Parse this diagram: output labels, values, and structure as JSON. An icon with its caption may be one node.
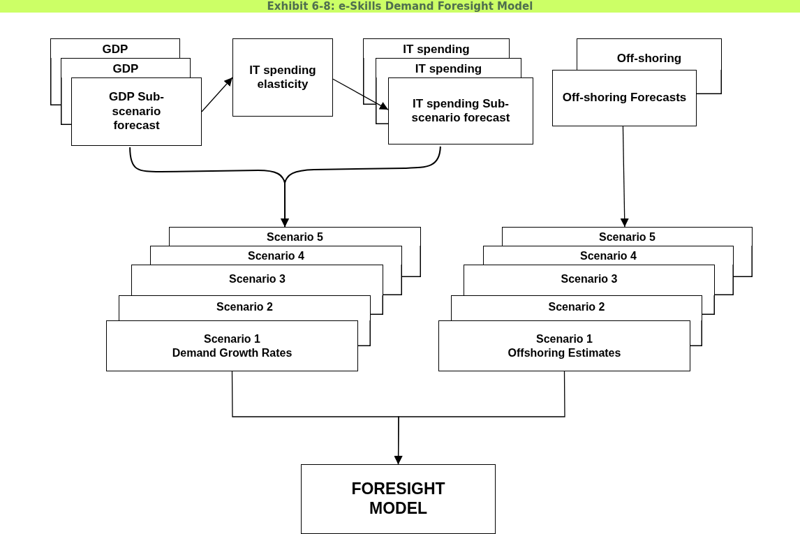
{
  "diagram": {
    "title": "Exhibit 6-8: e-Skills Demand Foresight Model",
    "nodes": [
      {
        "text": [
          "GDP"
        ]
      },
      {
        "text": [
          "GDP"
        ]
      },
      {
        "text": [
          "GDP Sub-scenario forecast"
        ]
      },
      {
        "text": [
          "IT spending elasticity"
        ]
      },
      {
        "text": [
          "IT spending"
        ]
      },
      {
        "text": [
          "IT spending"
        ]
      },
      {
        "text": [
          "IT spending Sub-scenario forecast"
        ]
      },
      {
        "text": [
          "Off-shoring"
        ]
      },
      {
        "text": [
          "Off-shoring Forecasts"
        ]
      },
      {
        "text": [
          "Scenario 5"
        ]
      },
      {
        "text": [
          "Scenario 4"
        ]
      },
      {
        "text": [
          "Scenario 3"
        ]
      },
      {
        "text": [
          "Scenario 2"
        ]
      },
      {
        "text": [
          "Scenario 1",
          "Demand Growth Rates"
        ]
      },
      {
        "text": [
          "Scenario 5"
        ]
      },
      {
        "text": [
          "Scenario 4"
        ]
      },
      {
        "text": [
          "Scenario 3"
        ]
      },
      {
        "text": [
          "Scenario 2"
        ]
      },
      {
        "text": [
          "Scenario 1",
          "Offshoring Estimates"
        ]
      },
      {
        "text": [
          "FORESIGHT MODEL"
        ]
      }
    ],
    "edges": [
      {
        "from": 2,
        "to": 3,
        "arrow": "to"
      },
      {
        "from": 3,
        "to": 6,
        "arrow": "to"
      },
      {
        "from": 2,
        "to": 9,
        "arrow": "to"
      },
      {
        "from": 6,
        "to": 9,
        "arrow": "to"
      },
      {
        "from": 8,
        "to": 14,
        "arrow": "to"
      },
      {
        "from": 13,
        "to": 19,
        "arrow": "to"
      },
      {
        "from": 18,
        "to": 19,
        "arrow": "to"
      }
    ]
  }
}
